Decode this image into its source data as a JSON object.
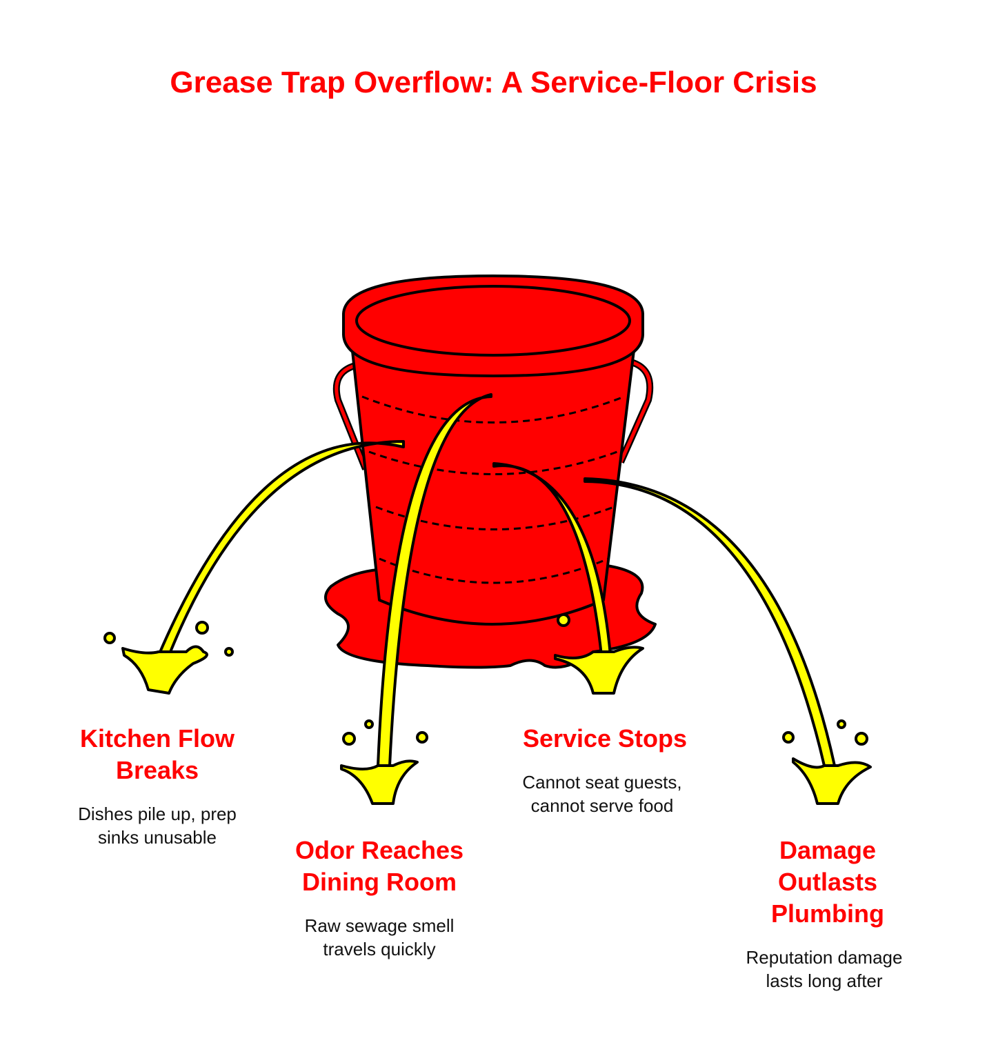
{
  "title": "Grease Trap Overflow: A Service-Floor Crisis",
  "items": [
    {
      "label": "Kitchen Flow Breaks",
      "desc": "Dishes pile up, prep sinks unusable"
    },
    {
      "label": "Odor Reaches Dining Room",
      "desc": "Raw sewage smell travels quickly"
    },
    {
      "label": "Service Stops",
      "desc": "Cannot seat guests, cannot serve food"
    },
    {
      "label": "Damage Outlasts Plumbing",
      "desc": "Reputation damage lasts long after"
    }
  ],
  "colors": {
    "accent": "#ff0000",
    "liquid": "#ffff00"
  }
}
